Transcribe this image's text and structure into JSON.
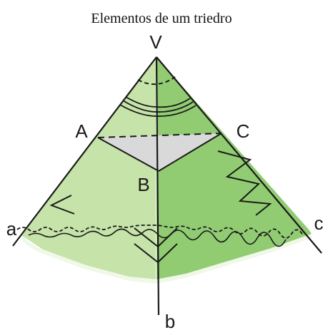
{
  "title": "Elementos de um triedro",
  "labels": {
    "vertex": "V",
    "point_a_upper": "A",
    "point_b_upper": "B",
    "point_c_upper": "C",
    "edge_a": "a",
    "edge_b": "b",
    "edge_c": "c"
  },
  "colors": {
    "face_left": "#c6e3a9",
    "face_right": "#91cc73",
    "triangle_abc": "#d9d9d9",
    "stroke": "#1a1a1a"
  }
}
